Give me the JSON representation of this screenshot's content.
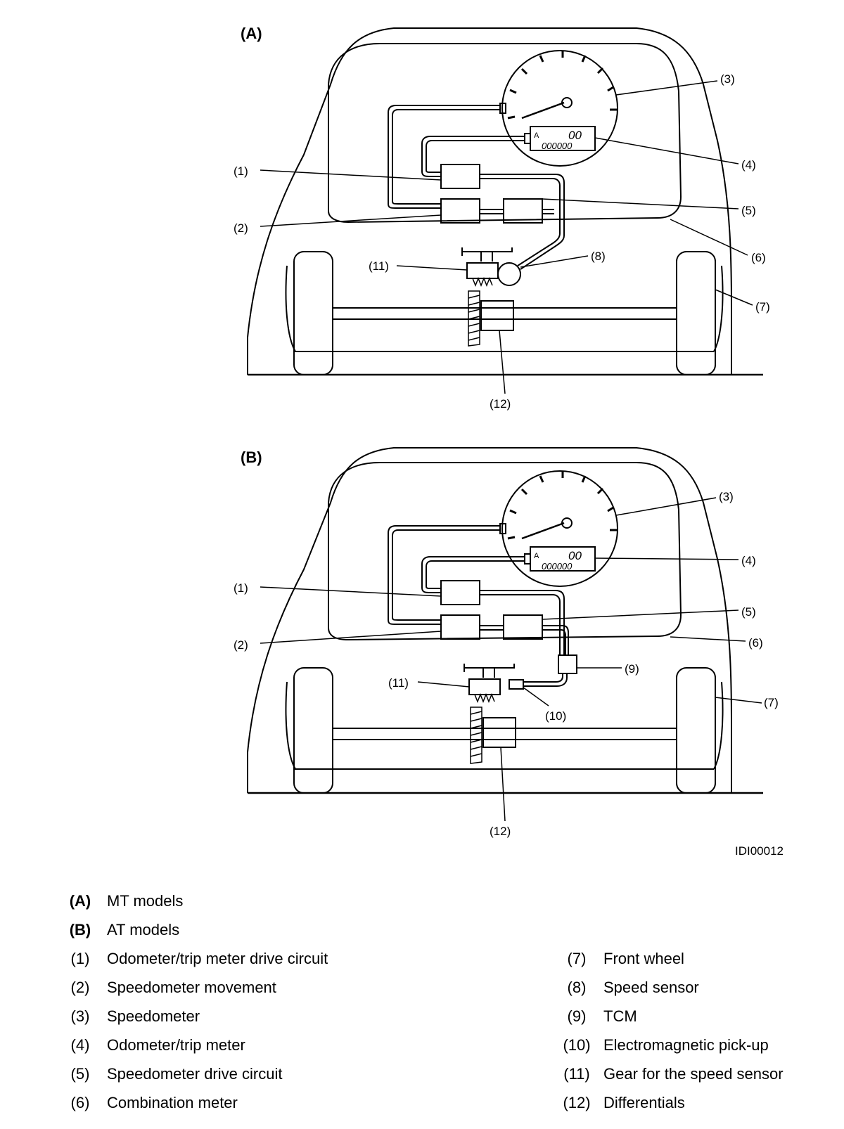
{
  "figure_id": "IDI00012",
  "panels": [
    {
      "id": "A",
      "title": "(A)",
      "callouts": [
        "(1)",
        "(2)",
        "(3)",
        "(4)",
        "(5)",
        "(6)",
        "(7)",
        "(8)",
        "(11)",
        "(12)"
      ]
    },
    {
      "id": "B",
      "title": "(B)",
      "callouts": [
        "(1)",
        "(2)",
        "(3)",
        "(4)",
        "(5)",
        "(6)",
        "(7)",
        "(9)",
        "(10)",
        "(11)",
        "(12)"
      ]
    }
  ],
  "odometer_display": {
    "trip": "00",
    "total": "000000",
    "mode": "A"
  },
  "legend": {
    "panels": [
      {
        "code": "(A)",
        "text": "MT models"
      },
      {
        "code": "(B)",
        "text": "AT models"
      }
    ],
    "left": [
      {
        "code": "(1)",
        "text": "Odometer/trip meter drive circuit"
      },
      {
        "code": "(2)",
        "text": "Speedometer movement"
      },
      {
        "code": "(3)",
        "text": "Speedometer"
      },
      {
        "code": "(4)",
        "text": "Odometer/trip meter"
      },
      {
        "code": "(5)",
        "text": "Speedometer drive circuit"
      },
      {
        "code": "(6)",
        "text": "Combination meter"
      }
    ],
    "right": [
      {
        "code": "(7)",
        "text": "Front wheel"
      },
      {
        "code": "(8)",
        "text": "Speed sensor"
      },
      {
        "code": "(9)",
        "text": "TCM"
      },
      {
        "code": "(10)",
        "text": "Electromagnetic pick-up"
      },
      {
        "code": "(11)",
        "text": "Gear for the speed sensor"
      },
      {
        "code": "(12)",
        "text": "Differentials"
      }
    ]
  }
}
